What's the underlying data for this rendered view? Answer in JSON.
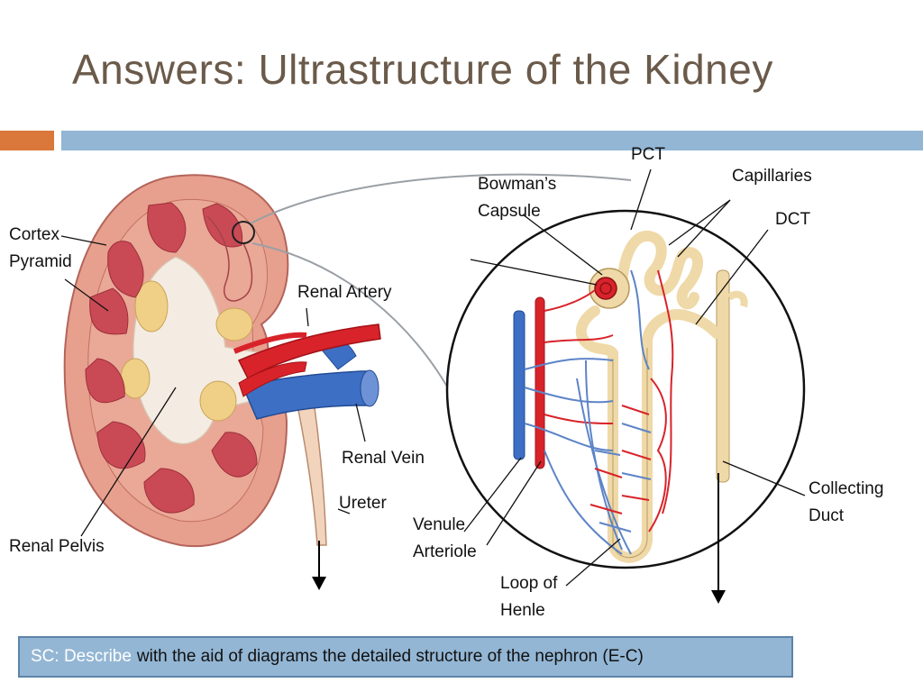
{
  "title": "Answers: Ultrastructure of the Kidney",
  "labels": {
    "cortex": "Cortex",
    "pyramid": "Pyramid",
    "renal_pelvis": "Renal Pelvis",
    "renal_artery": "Renal Artery",
    "renal_vein": "Renal Vein",
    "ureter": "Ureter",
    "pct": "PCT",
    "bowmans_line1": "Bowman’s",
    "bowmans_line2": "Capsule",
    "capillaries": "Capillaries",
    "dct": "DCT",
    "collecting_line1": "Collecting",
    "collecting_line2": "Duct",
    "venule": "Venule",
    "arteriole": "Arteriole",
    "loop_line1": "Loop of",
    "loop_line2": "Henle"
  },
  "success_criteria": {
    "prefix": "SC: Describe",
    "text": "with the aid of diagrams the detailed structure of the nephron (E-C)"
  },
  "colors": {
    "title": "#6b5a4a",
    "accent_orange": "#d9783a",
    "accent_blue": "#93b6d4",
    "cortex": "#e8a08e",
    "pyramid": "#c94a55",
    "pelvis": "#f4ece2",
    "fat": "#f0cf86",
    "artery": "#d8232a",
    "vein": "#3d6fc4",
    "tubule": "#efd9a8"
  }
}
